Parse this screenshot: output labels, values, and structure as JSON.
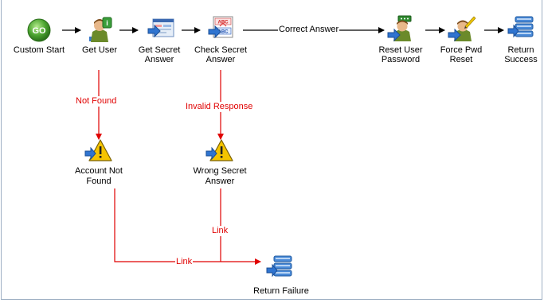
{
  "nodes": {
    "custom_start": {
      "label": "Custom Start",
      "badge": "GO"
    },
    "get_user": {
      "label": "Get User"
    },
    "get_secret": {
      "label1": "Get Secret",
      "label2": "Answer"
    },
    "check_secret": {
      "label1": "Check Secret",
      "label2": "Answer",
      "badge_top": "ABC",
      "badge_bottom": "ABC"
    },
    "reset_user": {
      "label1": "Reset User",
      "label2": "Password"
    },
    "force_pwd": {
      "label1": "Force Pwd",
      "label2": "Reset"
    },
    "return_success": {
      "label1": "Return",
      "label2": "Success"
    },
    "account_not_found": {
      "label1": "Account  Not",
      "label2": "Found"
    },
    "wrong_secret": {
      "label1": "Wrong Secret",
      "label2": "Answer"
    },
    "return_failure": {
      "label": "Return Failure"
    }
  },
  "edges": {
    "correct_answer": "Correct Answer",
    "not_found": "Not Found",
    "invalid_response": "Invalid Response",
    "link_left": "Link",
    "link_vertical": "Link"
  },
  "colors": {
    "normal_edge": "#000000",
    "error_edge": "#e00000",
    "go_green": "#4aa32f",
    "warning_yellow": "#f5c400",
    "frame_border": "#9fb0c4"
  }
}
